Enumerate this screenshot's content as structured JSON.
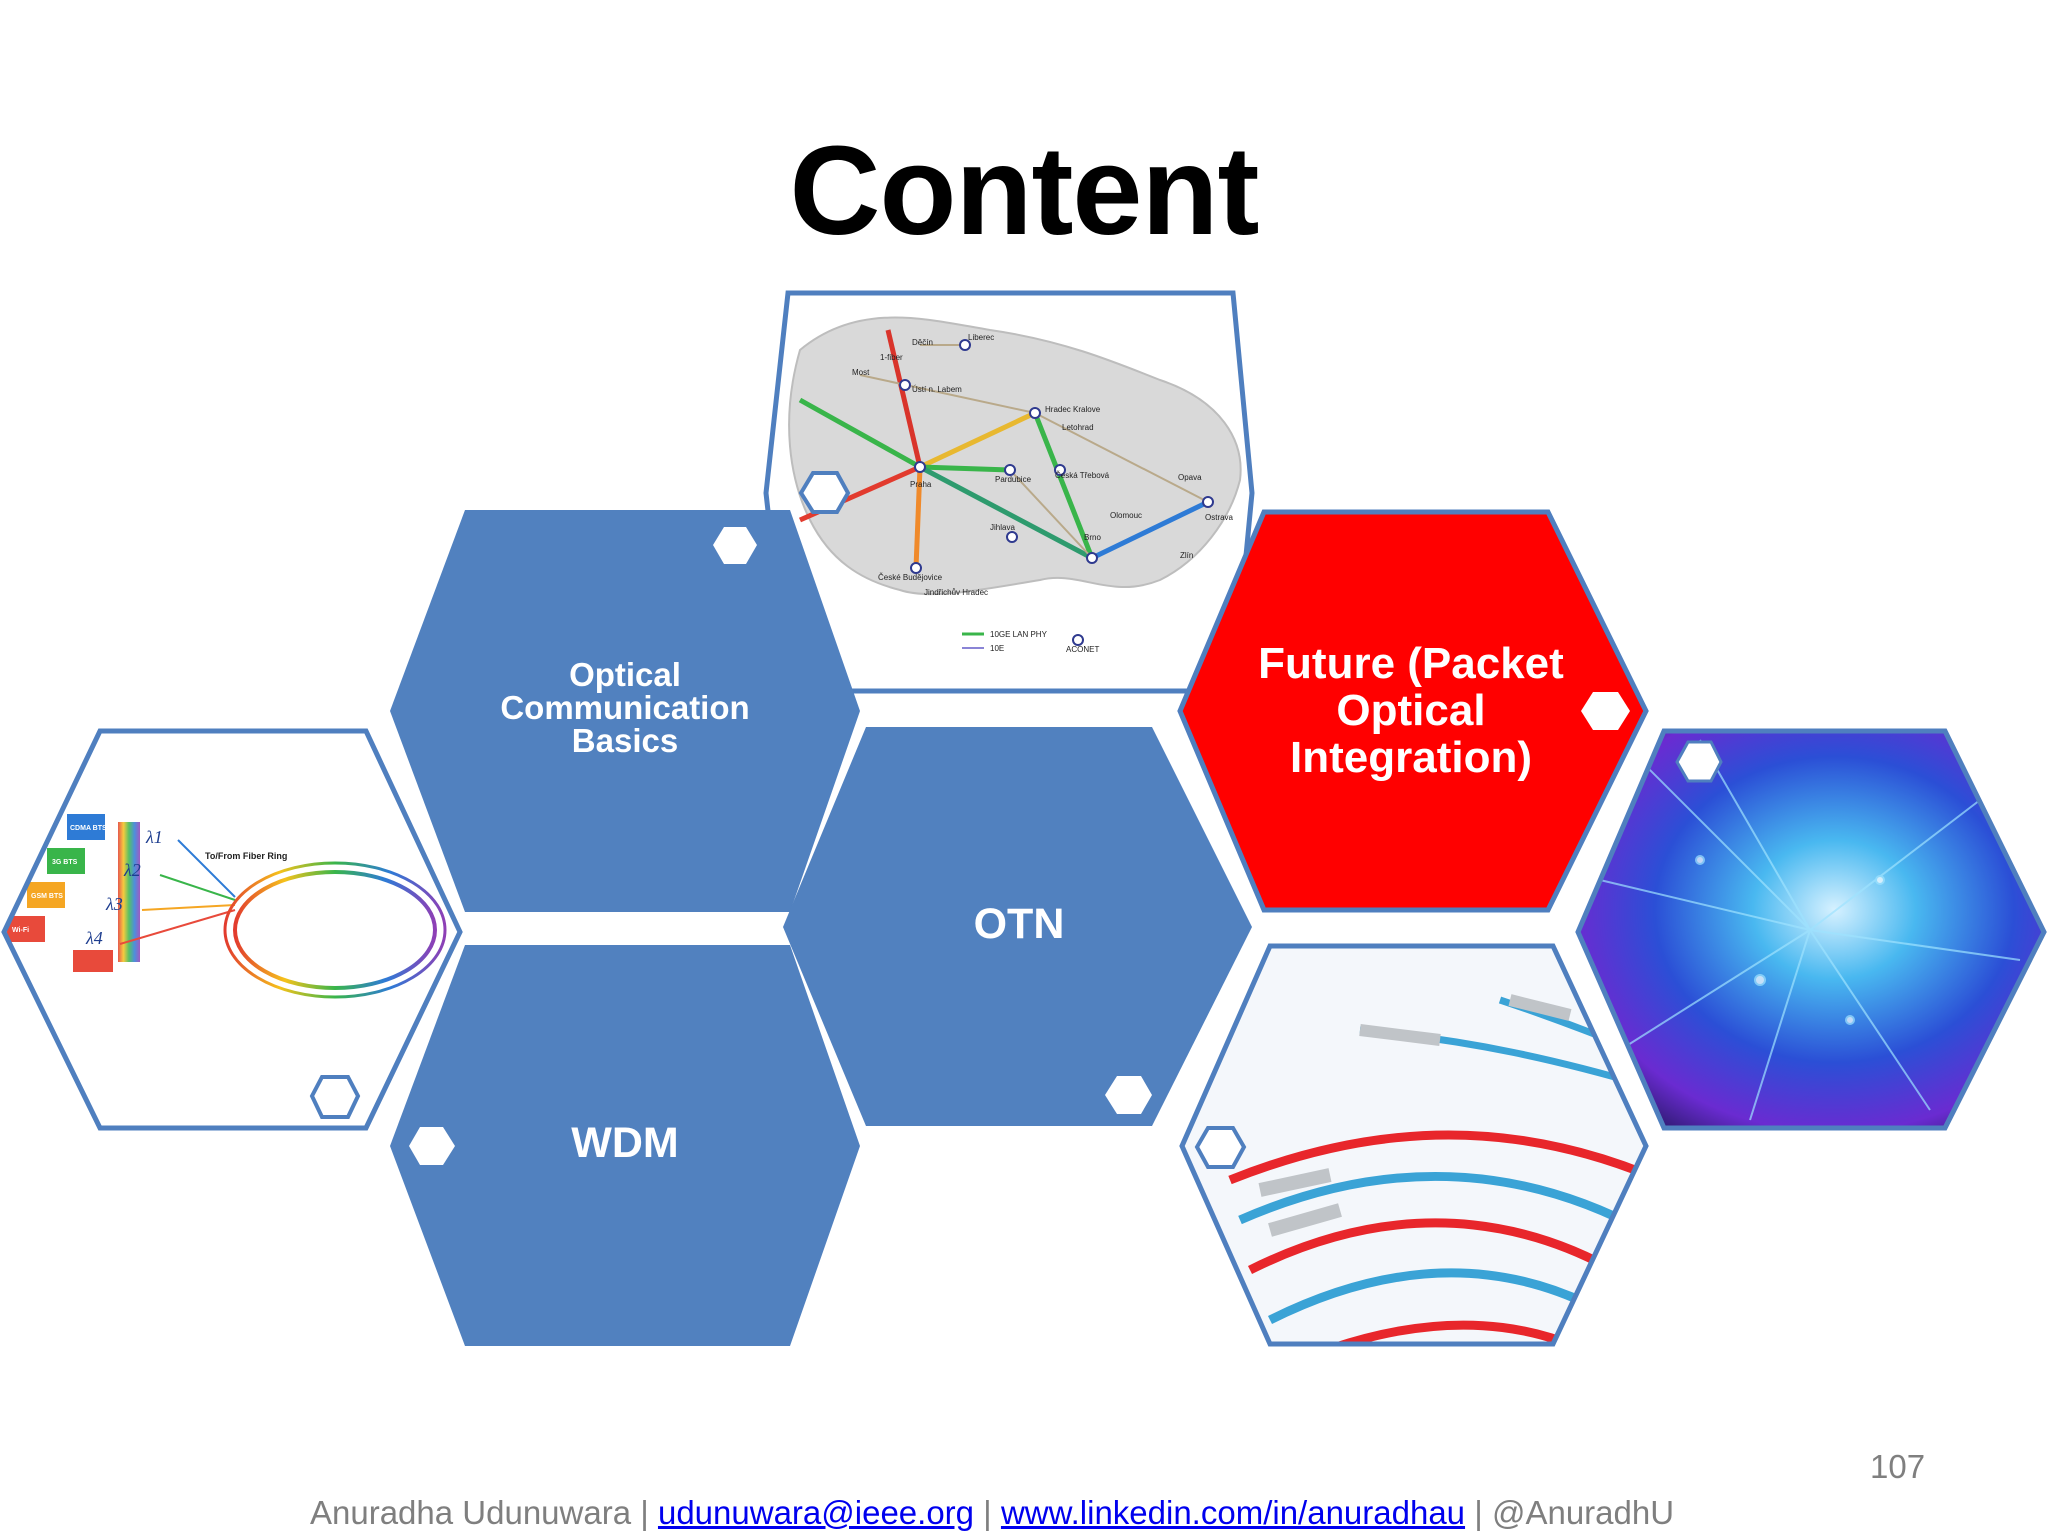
{
  "slide": {
    "title": "Content",
    "page_number": "107"
  },
  "topics": [
    {
      "label": "Optical Communication Basics",
      "color": "#5181bf"
    },
    {
      "label": "OTN",
      "color": "#5181bf"
    },
    {
      "label": "WDM",
      "color": "#5181bf"
    },
    {
      "label": "Future (Packet Optical Integration)",
      "color": "#ff0000"
    }
  ],
  "images": {
    "map_labels": [
      "Děčín",
      "Liberec",
      "Most",
      "Ústí n. Labem",
      "Hradec Kralove",
      "Letohrad",
      "Praha",
      "Pardubice",
      "Česká Třebová",
      "Olomouc",
      "Opava",
      "Ostrava",
      "Jihlava",
      "Brno",
      "Zlín",
      "České Budějovice",
      "Jindřichův Hradec",
      "ACONET",
      "10GE LAN PHY",
      "10E",
      "1-fiber"
    ],
    "wdm_labels": [
      "CDMA BTS",
      "3G BTS",
      "GSM BTS",
      "Wi-Fi",
      "To/From Fiber Ring"
    ],
    "wdm_lambdas": [
      "λ1",
      "λ2",
      "λ3",
      "λ4"
    ]
  },
  "footer": {
    "author": "Anuradha Udunuwara | ",
    "email": "udunuwara@ieee.org",
    "sep1": " | ",
    "linkedin": "www.linkedin.com/in/anuradhau",
    "sep2": " | @AnuradhU"
  },
  "colors": {
    "accent_blue": "#5181bf",
    "highlight_red": "#ff0000",
    "hex_border": "#4f7fbf"
  }
}
